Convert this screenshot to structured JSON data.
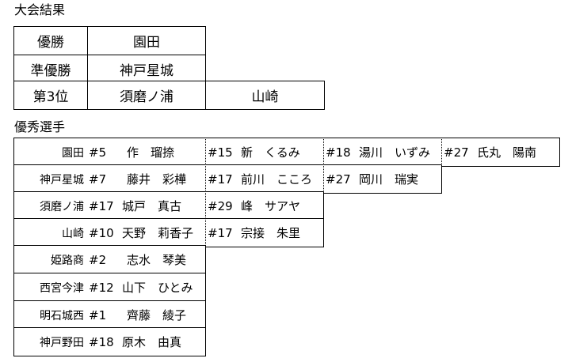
{
  "results": {
    "title": "大会結果",
    "rows": [
      {
        "rank": "優勝",
        "teams": [
          "園田"
        ]
      },
      {
        "rank": "準優勝",
        "teams": [
          "神戸星城"
        ]
      },
      {
        "rank": "第3位",
        "teams": [
          "須磨ノ浦",
          "山崎"
        ]
      }
    ]
  },
  "players": {
    "title": "優秀選手",
    "rows": [
      {
        "team": "園田",
        "players": [
          {
            "num": "#5",
            "name": "作　瑠捺"
          },
          {
            "num": "#15",
            "name": "新　くるみ"
          },
          {
            "num": "#18",
            "name": "湯川　いずみ"
          },
          {
            "num": "#27",
            "name": "氏丸　陽南"
          }
        ]
      },
      {
        "team": "神戸星城",
        "players": [
          {
            "num": "#7",
            "name": "藤井　彩樺"
          },
          {
            "num": "#17",
            "name": "前川　こころ"
          },
          {
            "num": "#27",
            "name": "岡川　瑞実"
          }
        ]
      },
      {
        "team": "須磨ノ浦",
        "players": [
          {
            "num": "#17",
            "name": "城戸　真古"
          },
          {
            "num": "#29",
            "name": "峰　サアヤ"
          }
        ]
      },
      {
        "team": "山崎",
        "players": [
          {
            "num": "#10",
            "name": "天野　莉香子"
          },
          {
            "num": "#17",
            "name": "宗接　朱里"
          }
        ]
      },
      {
        "team": "姫路商",
        "players": [
          {
            "num": "#2",
            "name": "志水　琴美"
          }
        ]
      },
      {
        "team": "西宮今津",
        "players": [
          {
            "num": "#12",
            "name": "山下　ひとみ"
          }
        ]
      },
      {
        "team": "明石城西",
        "players": [
          {
            "num": "#1",
            "name": "齊藤　綾子"
          }
        ]
      },
      {
        "team": "神戸野田",
        "players": [
          {
            "num": "#18",
            "name": "原木　由真"
          }
        ]
      }
    ]
  }
}
